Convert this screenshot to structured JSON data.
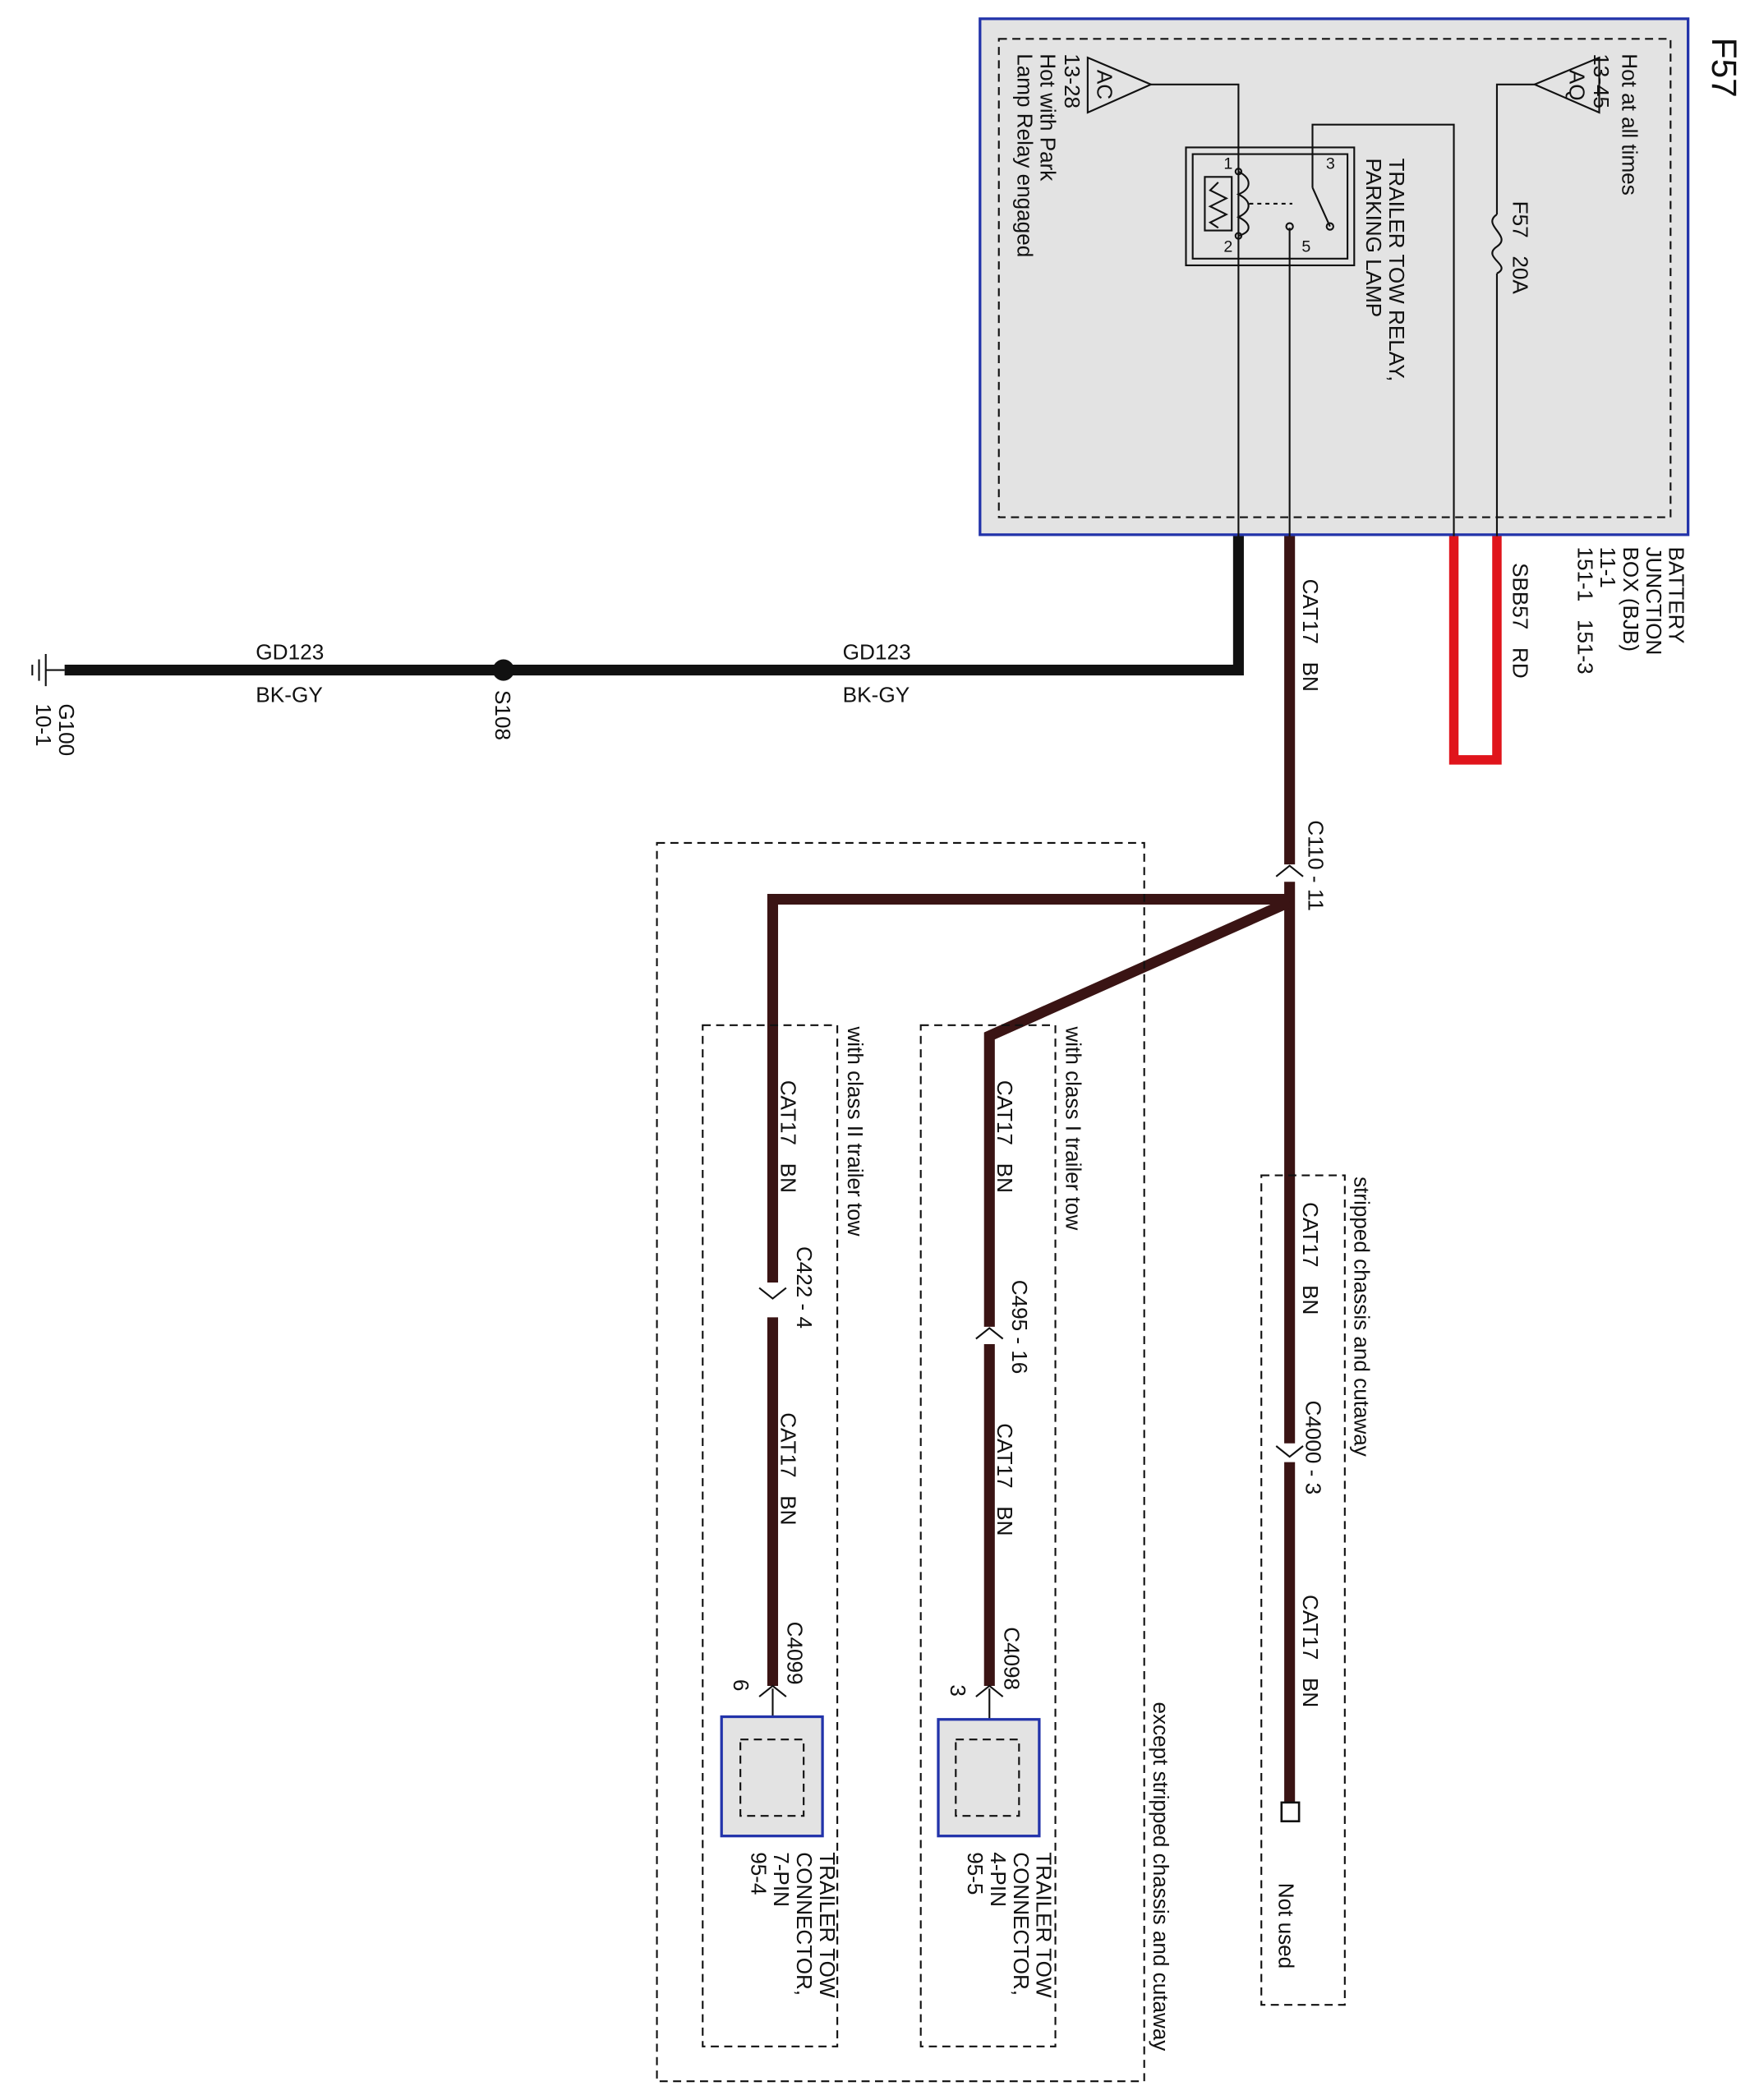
{
  "page_id": "F57",
  "colors": {
    "wire_bn": "#3a1414",
    "wire_bk": "#111111",
    "wire_rd": "#e0141b",
    "box_fill": "#e3e3e3",
    "box_border": "#2233aa"
  },
  "bjb": {
    "name_lines": [
      "BATTERY",
      "JUNCTION",
      "BOX (BJB)",
      "11-1"
    ],
    "refs": "151-1   151-3",
    "hot_at_all_times": "Hot at all times",
    "aq": {
      "code": "AQ",
      "ref": "13-45"
    },
    "ac": {
      "code": "AC",
      "ref": "13-28"
    },
    "ac_note_lines": [
      "Hot with Park",
      "Lamp Relay engaged"
    ],
    "fuse_lines": [
      "F57   20A"
    ],
    "relay_lines": [
      "TRAILER TOW RELAY,",
      "PARKING LAMP"
    ],
    "relay_pins": {
      "p1": "1",
      "p2": "2",
      "p3": "3",
      "p5": "5"
    }
  },
  "wires": {
    "sbb57": "SBB57   RD",
    "cat17": "CAT17   BN",
    "gd123": "GD123",
    "bkgy": "BK-GY"
  },
  "splice": "S108",
  "ground": {
    "name": "G100",
    "ref": "10-1"
  },
  "connectors": {
    "c110": "C110 - 11",
    "c4000": "C4000 - 3",
    "c495": "C495 - 16",
    "c422": "C422 - 4",
    "c4098": "C4098",
    "c4098_pin": "3",
    "c4099": "C4099",
    "c4099_pin": "6"
  },
  "options": {
    "stripped": "stripped chassis and cutaway",
    "except_stripped": "except stripped chassis and cutaway",
    "class1": "with class I trailer tow",
    "class2": "with class II trailer tow"
  },
  "not_used": "Not used",
  "tt4": [
    "TRAILER TOW",
    "CONNECTOR,",
    "4-PIN",
    "95-5"
  ],
  "tt7": [
    "TRAILER TOW",
    "CONNECTOR,",
    "7-PIN",
    "95-4"
  ]
}
